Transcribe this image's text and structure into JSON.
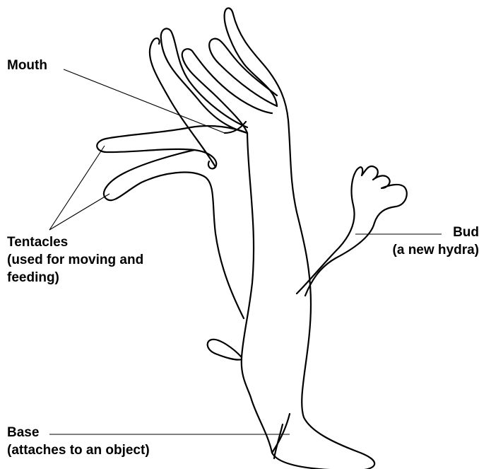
{
  "diagram": {
    "labels": {
      "mouth": [
        "Mouth"
      ],
      "tentacles": [
        "Tentacles",
        "(used for moving and",
        "feeding)"
      ],
      "bud": [
        "Bud",
        "(a new hydra)"
      ],
      "base": [
        "Base",
        "(attaches to an object)"
      ]
    },
    "colors": {
      "line": "#000000",
      "background": "#ffffff"
    }
  }
}
